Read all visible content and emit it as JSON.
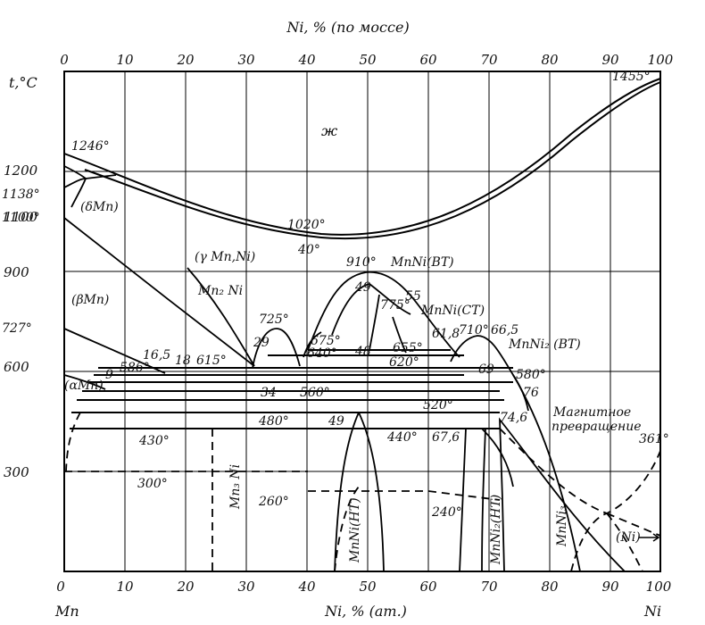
{
  "axes": {
    "top_title": "Ni, % (по мocce)",
    "bottom_title": "Ni, % (ат.)",
    "y_title": "t,°C",
    "left_element": "Mn",
    "right_element": "Ni",
    "x_ticks": [
      "0",
      "10",
      "20",
      "30",
      "40",
      "50",
      "60",
      "70",
      "80",
      "90",
      "100"
    ],
    "y_ticks": [
      "1200",
      "1100",
      "900",
      "600",
      "300"
    ]
  },
  "annotations": {
    "liquid": "ж",
    "t1455": "1455°",
    "t1246": "1246°",
    "t1138": "1138°",
    "t1100": "1100°",
    "t1020": "1020°",
    "c40": "40°",
    "delta_mn": "(δMn)",
    "gamma_phase": "(γ Mn,Ni)",
    "beta_mn": "(βMn)",
    "t727": "727°",
    "mn2ni": "Mn₂ Ni",
    "t725": "725°",
    "t910": "910°",
    "mnni_bt": "MnNi(BT)",
    "c49a": "49",
    "c55": "55",
    "t775": "775°",
    "mnni_ct": "MnNi(CT)",
    "t675": "675°",
    "t640": "640°",
    "c48": "48",
    "t655": "655°",
    "c61_8": "61,8",
    "t710": "710°",
    "c66_5": "66,5",
    "mnni2_bt": "MnNi₂ (BT)",
    "t620": "620°",
    "c16_5": "16,5",
    "c18": "18",
    "t615": "615°",
    "c29": "29",
    "c9": "9",
    "t586": "586°",
    "alpha_mn": "(αMn)",
    "c34": "34",
    "t560": "560°",
    "t580": "580°",
    "c69": "69",
    "c76": "76",
    "t520": "520°",
    "c74_6": "74,6",
    "t480": "480°",
    "c49b": "49",
    "magnetic1": "Магнитное",
    "magnetic2": "превращение",
    "t361": "361°",
    "t430": "430°",
    "t440": "440°",
    "c67_6": "67,6",
    "mn3ni": "Mn₃ Ni",
    "t300": "300°",
    "t260": "260°",
    "t240": "240°",
    "mnni_ht": "MnNi(HT)",
    "mnni2_ht": "MnNi₂(HT)",
    "mnni3": "MnNi₃",
    "ni_phase": "(Ni)"
  }
}
